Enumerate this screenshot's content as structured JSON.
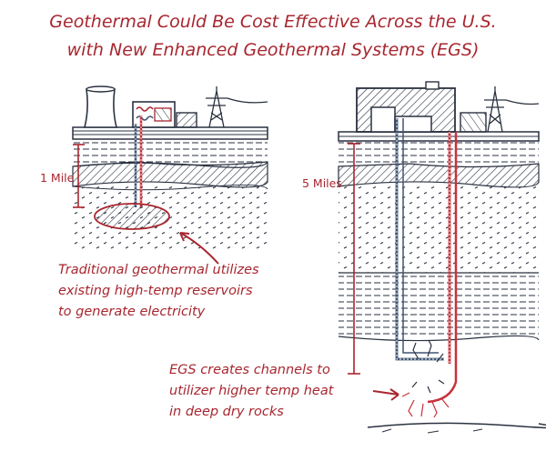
{
  "title": {
    "line1": "Geothermal Could Be Cost Effective Across the U.S.",
    "line2": "with New Enhanced Geothermal Systems (EGS)"
  },
  "left_panel": {
    "depth_label": "1 Mile",
    "caption": [
      "Traditional geothermal utilizes",
      "existing high-temp reservoirs",
      "to generate electricity"
    ]
  },
  "right_panel": {
    "depth_label": "5 Miles",
    "caption": [
      "EGS creates channels to",
      "utilizer higher temp heat",
      "in deep dry rocks"
    ]
  },
  "colors": {
    "ink": "#2a3140",
    "accent_red": "#a8262f",
    "pipe_blue": "#3e5573",
    "pipe_red": "#c8323b"
  }
}
